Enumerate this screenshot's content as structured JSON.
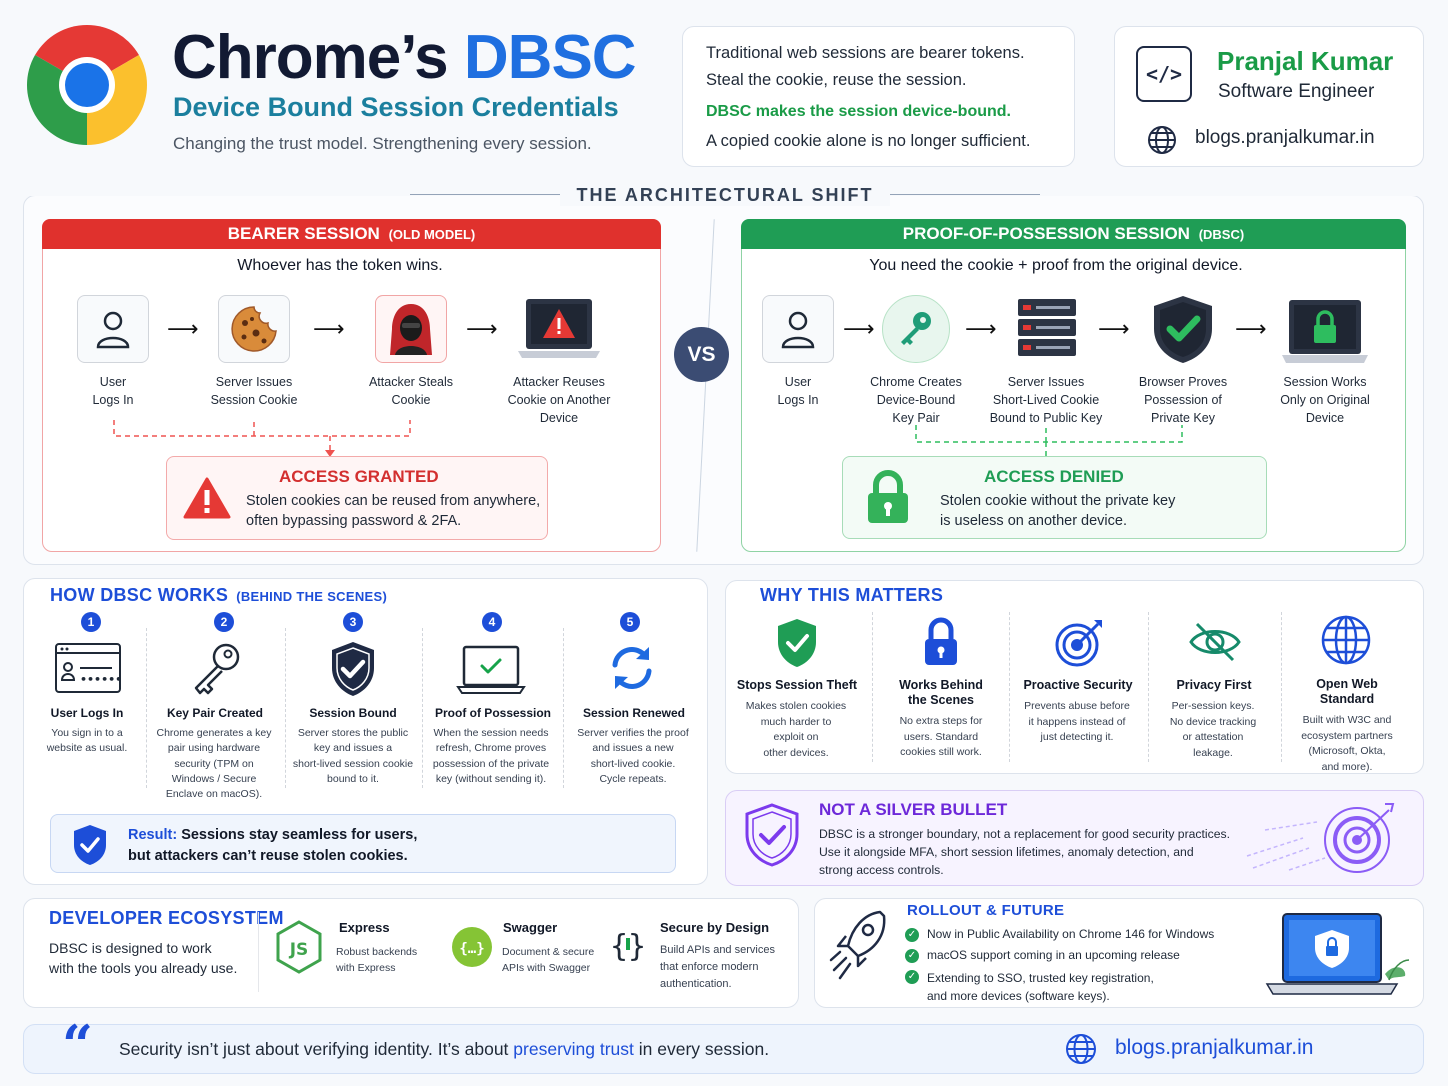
{
  "header": {
    "title_main": "Chrome’s",
    "title_accent": "DBSC",
    "subtitle": "Device Bound Session Credentials",
    "tagline": "Changing the trust model. Strengthening every session.",
    "intro_line1": "Traditional web sessions are bearer tokens.",
    "intro_line2": "Steal the cookie, reuse the session.",
    "intro_highlight": "DBSC makes the session device-bound.",
    "intro_line3": "A copied cookie alone is no longer sufficient."
  },
  "author": {
    "name": "Pranjal Kumar",
    "role": "Software Engineer",
    "website": "blogs.pranjalkumar.in"
  },
  "shift": {
    "heading": "THE ARCHITECTURAL SHIFT",
    "vs": "VS"
  },
  "bearer": {
    "title": "BEARER SESSION",
    "title_small": "(OLD MODEL)",
    "tagline": "Whoever has the token wins.",
    "steps": [
      {
        "line1": "User",
        "line2": "Logs In",
        "line3": ""
      },
      {
        "line1": "Server Issues",
        "line2": "Session Cookie",
        "line3": ""
      },
      {
        "line1": "Attacker Steals",
        "line2": "Cookie",
        "line3": ""
      },
      {
        "line1": "Attacker Reuses",
        "line2": "Cookie on Another",
        "line3": "Device"
      }
    ],
    "result_title": "ACCESS GRANTED",
    "result_line1": "Stolen cookies can be reused from anywhere,",
    "result_line2": "often bypassing password & 2FA."
  },
  "pop": {
    "title": "PROOF-OF-POSSESSION SESSION",
    "title_small": "(DBSC)",
    "tagline": "You need the cookie + proof from the original device.",
    "steps": [
      {
        "line1": "User",
        "line2": "Logs In",
        "line3": ""
      },
      {
        "line1": "Chrome Creates",
        "line2": "Device-Bound",
        "line3": "Key Pair"
      },
      {
        "line1": "Server Issues",
        "line2": "Short-Lived Cookie",
        "line3": "Bound to Public Key"
      },
      {
        "line1": "Browser Proves",
        "line2": "Possession of",
        "line3": "Private Key"
      },
      {
        "line1": "Session Works",
        "line2": "Only on Original",
        "line3": "Device"
      }
    ],
    "result_title": "ACCESS DENIED",
    "result_line1": "Stolen cookie without the private key",
    "result_line2": "is useless on another device."
  },
  "how": {
    "title": "HOW DBSC WORKS",
    "title_small": "(BEHIND THE SCENES)",
    "steps": [
      {
        "num": "1",
        "title": "User Logs In",
        "desc": [
          "You sign in to a",
          "website as usual."
        ]
      },
      {
        "num": "2",
        "title": "Key Pair Created",
        "desc": [
          "Chrome generates a key",
          "pair using hardware",
          "security (TPM on",
          "Windows / Secure",
          "Enclave on macOS)."
        ]
      },
      {
        "num": "3",
        "title": "Session Bound",
        "desc": [
          "Server stores the public",
          "key and issues a",
          "short-lived session cookie",
          "bound to it."
        ]
      },
      {
        "num": "4",
        "title": "Proof of Possession",
        "desc": [
          "When the session needs",
          "refresh, Chrome proves",
          "possession of the private",
          "key (without sending it)."
        ]
      },
      {
        "num": "5",
        "title": "Session Renewed",
        "desc": [
          "Server verifies the proof",
          "and issues a new",
          "short-lived cookie.",
          "Cycle repeats."
        ]
      }
    ],
    "result_label": "Result:",
    "result_line1": "Sessions stay seamless for users,",
    "result_line2": "but attackers can’t reuse stolen cookies."
  },
  "why": {
    "title": "WHY THIS MATTERS",
    "items": [
      {
        "title": [
          "Stops Session Theft"
        ],
        "desc": [
          "Makes stolen cookies",
          "much harder to",
          "exploit on",
          "other devices."
        ]
      },
      {
        "title": [
          "Works Behind",
          "the Scenes"
        ],
        "desc": [
          "No extra steps for",
          "users. Standard",
          "cookies still work."
        ]
      },
      {
        "title": [
          "Proactive Security"
        ],
        "desc": [
          "Prevents abuse before",
          "it happens instead of",
          "just detecting it."
        ]
      },
      {
        "title": [
          "Privacy First"
        ],
        "desc": [
          "Per-session keys.",
          "No device tracking",
          "or attestation",
          "leakage."
        ]
      },
      {
        "title": [
          "Open Web",
          "Standard"
        ],
        "desc": [
          "Built with W3C and",
          "ecosystem partners",
          "(Microsoft, Okta,",
          "and more)."
        ]
      }
    ]
  },
  "silver": {
    "title": "NOT A SILVER BULLET",
    "line1": "DBSC is a stronger boundary, not a replacement for good security practices.",
    "line2": "Use it alongside MFA, short session lifetimes, anomaly detection, and",
    "line3": "strong access controls."
  },
  "devs": {
    "title": "DEVELOPER ECOSYSTEM",
    "line1": "DBSC is designed to work",
    "line2": "with the tools you already use.",
    "tools": [
      {
        "name": "Express",
        "desc": [
          "Robust backends",
          "with Express"
        ]
      },
      {
        "name": "Swagger",
        "desc": [
          "Document & secure",
          "APIs with Swagger"
        ]
      },
      {
        "name": "Secure by Design",
        "desc": [
          "Build APIs and services",
          "that enforce modern",
          "authentication."
        ]
      }
    ]
  },
  "rollout": {
    "title": "ROLLOUT & FUTURE",
    "items": [
      [
        "Now in Public Availability on Chrome 146 for Windows"
      ],
      [
        "macOS support coming in an upcoming release"
      ],
      [
        "Extending to SSO, trusted key registration,",
        "and more devices (software keys)."
      ]
    ]
  },
  "footer": {
    "quote_mark": "“",
    "quote_before": "Security isn’t just about verifying identity. It’s about",
    "quote_highlight": "preserving trust",
    "quote_after": "in every session.",
    "website": "blogs.pranjalkumar.in"
  },
  "colors": {
    "navy": "#121a33",
    "blue": "#1d4ed8",
    "red": "#e53935",
    "green": "#1f9d55",
    "purple": "#7c3aed",
    "teal": "#1b7f9e"
  }
}
